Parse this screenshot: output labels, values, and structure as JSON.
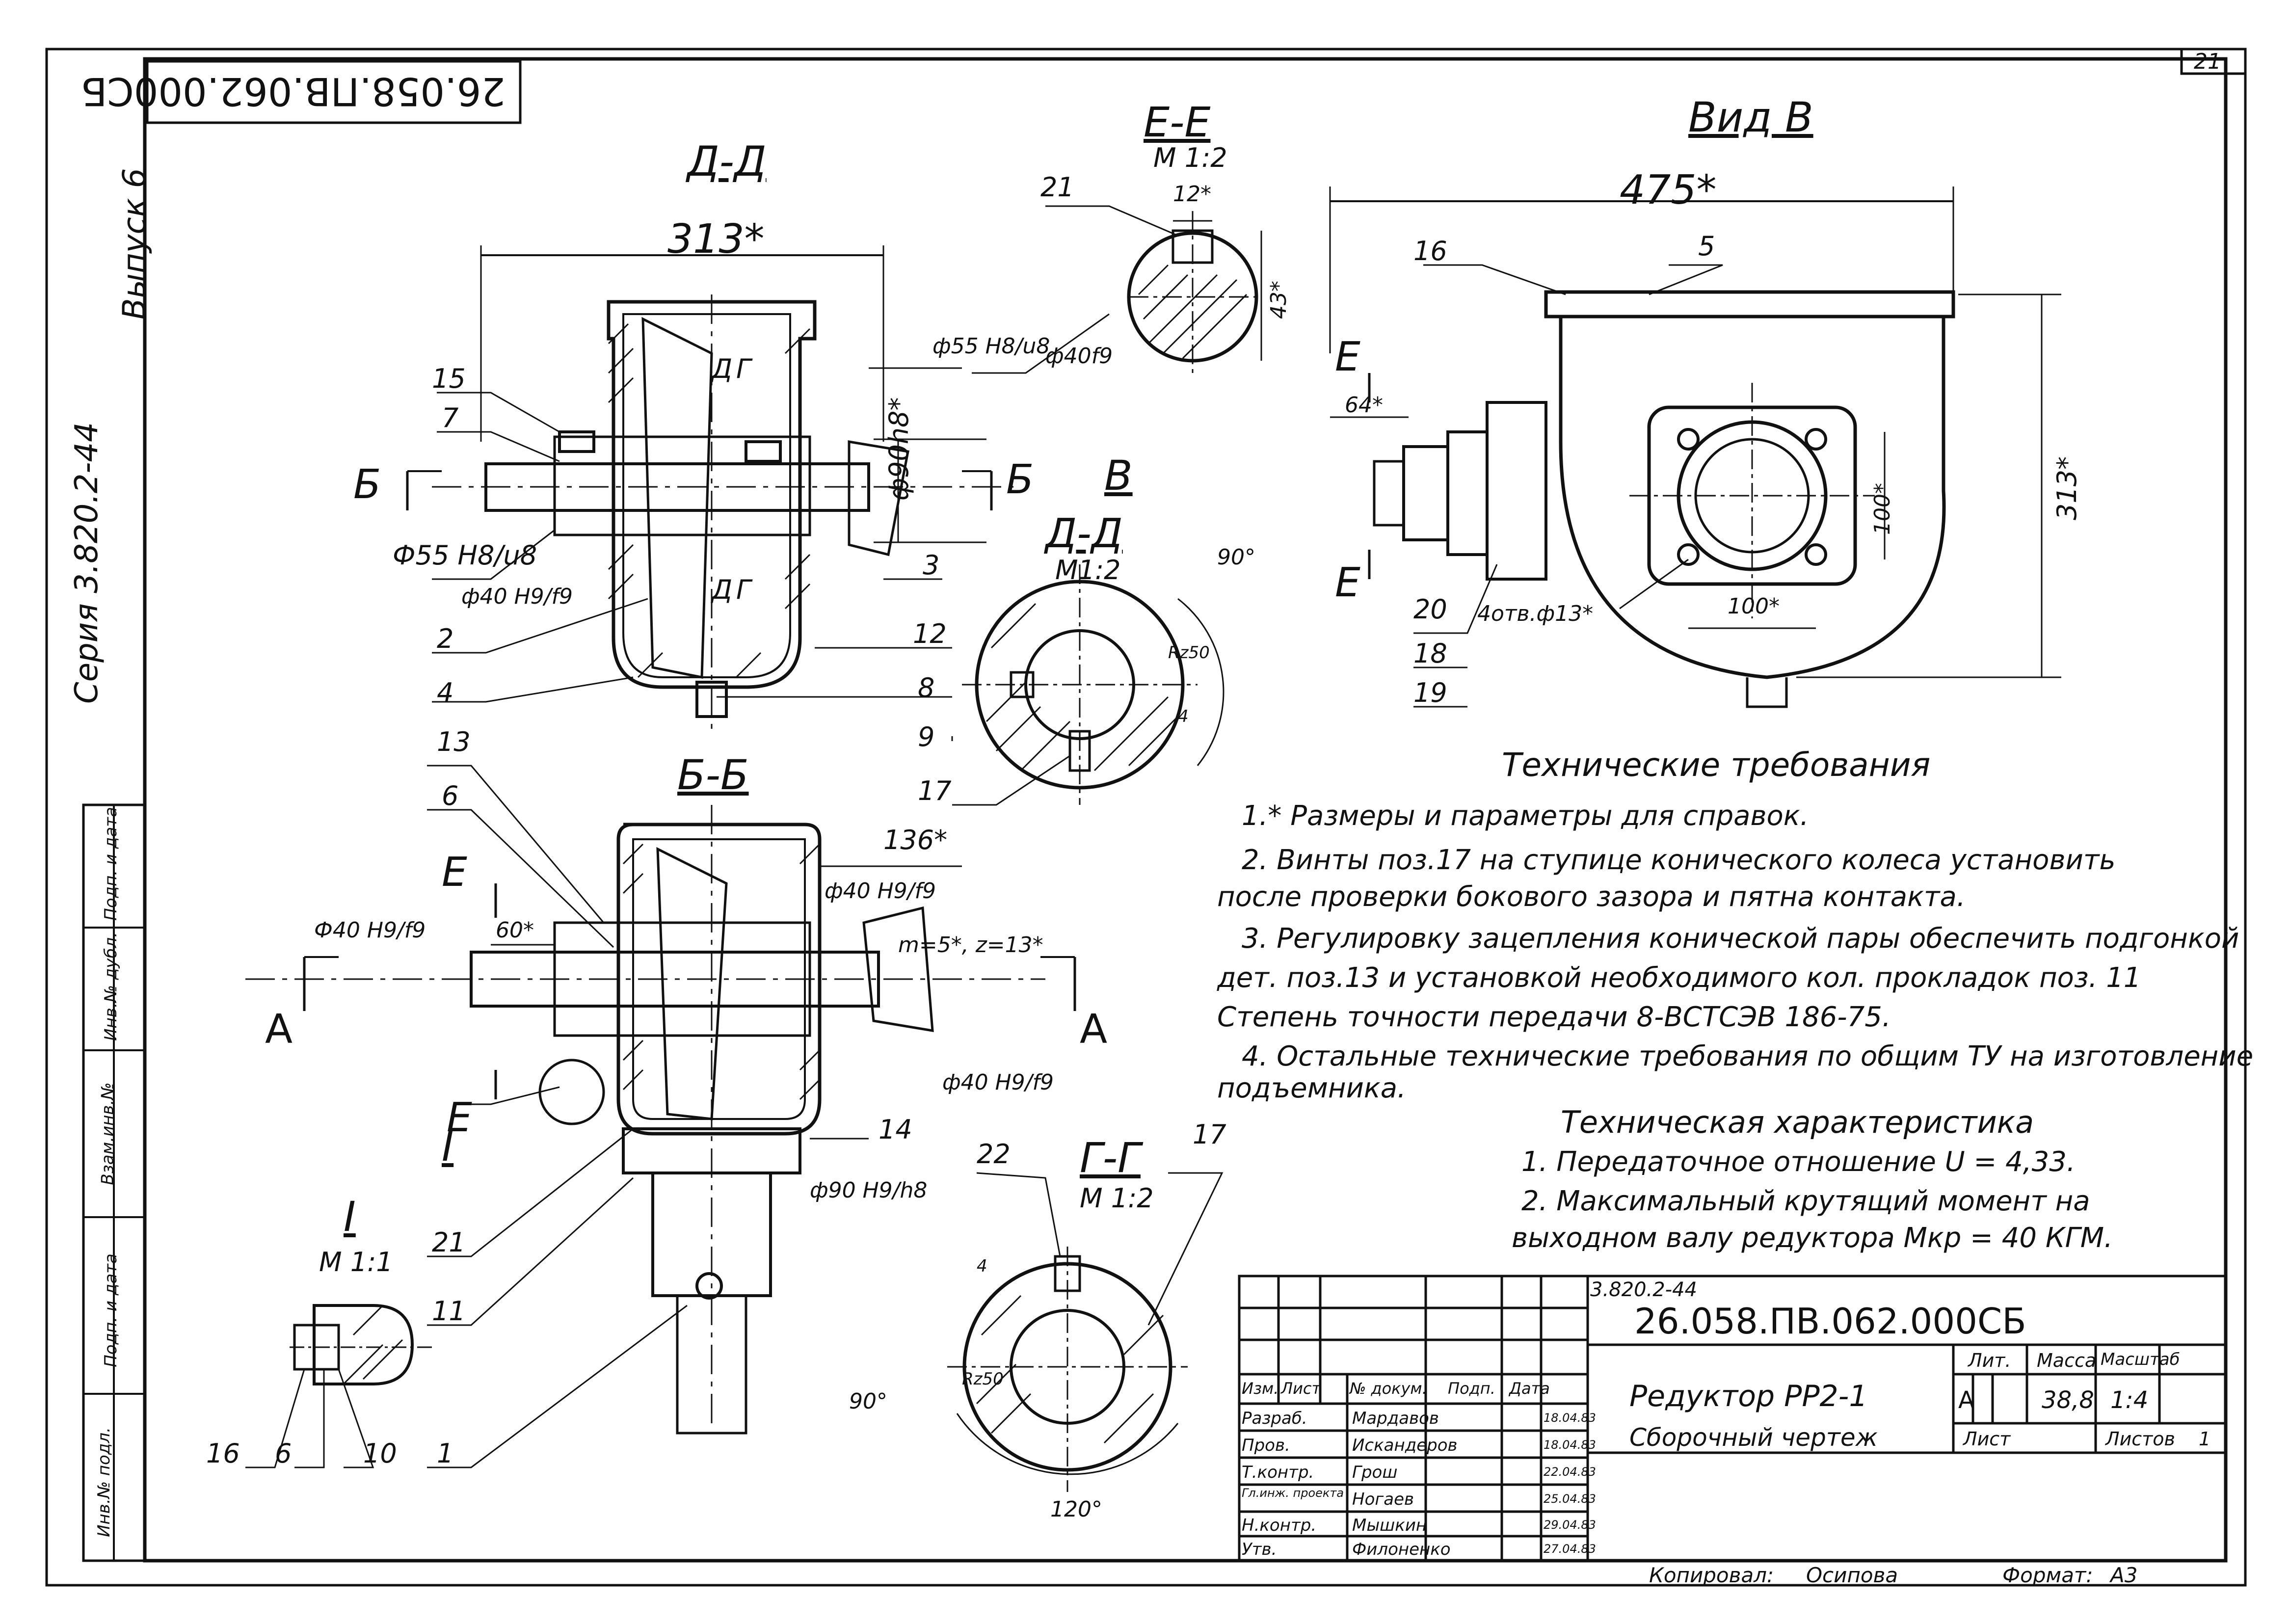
{
  "sheet": {
    "page_number": "21",
    "doc_code_rotated": "26.058.ПВ.062.000СБ",
    "series": "Серия 3.820.2-44",
    "issue": "Выпуск 6",
    "side_fields": [
      "Инв.№ подл.",
      "Подп. и дата",
      "Взам.инв.№",
      "Инв.№ дубл.",
      "Подп. и дата"
    ],
    "copied_by_label": "Копировал:",
    "copied_by": "Осипова",
    "format_label": "Формат:",
    "format": "А3"
  },
  "views": {
    "dd_title": "Д-Д",
    "ee_title": "Е-Е",
    "ee_scale": "М 1:2",
    "vid_title": "Вид В",
    "bb_title": "Б-Б",
    "v_label": "В",
    "dd2_title": "Д-Д",
    "dd2_scale": "М1:2",
    "gg_title": "Г-Г",
    "gg_scale": "М 1:2",
    "detail_title": "I",
    "detail_scale": "М 1:1"
  },
  "dimensions": {
    "d313_top": "313*",
    "d55_h8_u8_a": "ф55 H8/u8",
    "d55_h8_u8_b": "Ф55 H8/u8",
    "d40_h9_f9_a": "ф40 H9/f9",
    "d90_h8": "ф90h8*",
    "d12": "12*",
    "d43": "43*",
    "d40f9": "ф40f9",
    "d475": "475*",
    "d64": "64*",
    "d100_v": "100*",
    "d100_h": "100*",
    "d313_side": "313*",
    "holes": "4отв.ф13*",
    "d90deg_a": "90°",
    "rz50_a": "Rz50",
    "d4_a": "4",
    "d136": "136*",
    "d60": "60*",
    "d40_h9_f9_b": "Ф40 H9/f9",
    "d40_h9_f9_c": "ф40 H9/f9",
    "d40_h9_f9_d": "ф40 H9/f9",
    "module": "m=5*, z=13*",
    "d90_h9_h8": "ф90 H9/h8",
    "d4_b": "4",
    "rz50_b": "Rz50",
    "d90deg_b": "90°",
    "d120deg": "120°"
  },
  "section_marks": {
    "b": "Б",
    "d": "Д",
    "g": "Г",
    "e": "Е",
    "a": "А"
  },
  "positions": [
    "15",
    "7",
    "2",
    "4",
    "3",
    "12",
    "8",
    "9",
    "17",
    "13",
    "6",
    "21",
    "11",
    "1",
    "14",
    "22",
    "16",
    "6",
    "10",
    "5",
    "20",
    "18",
    "19",
    "17",
    "21",
    "16"
  ],
  "tech_requirements": {
    "title": "Технические требования",
    "items": [
      "1.* Размеры и параметры для справок.",
      "2.  Винты поз.17 на ступице конического колеса установить",
      "после проверки бокового зазора и пятна контакта.",
      "3.  Регулировку зацепления конической пары обеспечить подгонкой",
      "дет. поз.13 и установкой необходимого кол. прокладок поз. 11",
      "Степень точности передачи 8-ВСТСЭВ 186-75.",
      "4.  Остальные технические требования по общим ТУ на изготовление",
      "подъемника."
    ]
  },
  "tech_characteristics": {
    "title": "Техническая характеристика",
    "items": [
      "1.  Передаточное отношение      U = 4,33.",
      "2.  Максимальный крутящий момент  на",
      "выходном валу редуктора Мкр = 40 КГМ."
    ]
  },
  "title_block": {
    "series_code": "3.820.2-44",
    "doc_code": "26.058.ПВ.062.000СБ",
    "name": "Редуктор РР2-1",
    "doc_type": "Сборочный  чертеж",
    "col_headers": [
      "Изм.",
      "Лист",
      "№ докум.",
      "Подп.",
      "Дата"
    ],
    "rows": [
      {
        "role": "Разраб.",
        "name": "Мардавов",
        "date": "18.04.83"
      },
      {
        "role": "Пров.",
        "name": "Искандеров",
        "date": "18.04.83"
      },
      {
        "role": "Т.контр.",
        "name": "Грош",
        "date": "22.04.83"
      },
      {
        "role": "Гл.инж. проекта",
        "name": "Ногаев",
        "date": "25.04.83"
      },
      {
        "role": "Н.контр.",
        "name": "Мышкин",
        "date": "29.04.83"
      },
      {
        "role": "Утв.",
        "name": "Филоненко",
        "date": "27.04.83"
      }
    ],
    "lit_label": "Лит.",
    "mass_label": "Масса",
    "scale_label": "Масштаб",
    "lit_value": "А",
    "mass_value": "38,8",
    "scale_value": "1:4",
    "sheet_label": "Лист",
    "sheets_label": "Листов",
    "sheets_value": "1"
  }
}
